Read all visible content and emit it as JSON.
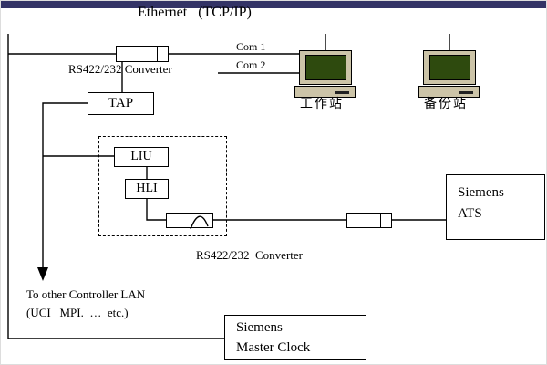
{
  "diagram": {
    "title": "Ethernet   (TCP/IP)",
    "ports": {
      "com1": "Com 1",
      "com2": "Com 2"
    },
    "boxes": {
      "converter_top": "RS422/232 Converter",
      "tap": "TAP",
      "liu": "LIU",
      "hli": "HLI",
      "converter_mid": "RS422/232  Converter",
      "ats": {
        "line1": "Siemens",
        "line2": "ATS"
      },
      "master_clock": {
        "line1": "Siemens",
        "line2": "Master Clock"
      }
    },
    "computers": {
      "workstation": "工作站",
      "backup": "备份站"
    },
    "notes": {
      "lan_line1": "To other Controller LAN",
      "lan_line2": "(UCI   MPI.  …  etc.)"
    },
    "colors": {
      "bus": "#333366",
      "wire": "#000000",
      "box_fill": "#ffffff",
      "computer_body": "#ccc4a8",
      "screen": "#2e4a0e"
    }
  }
}
